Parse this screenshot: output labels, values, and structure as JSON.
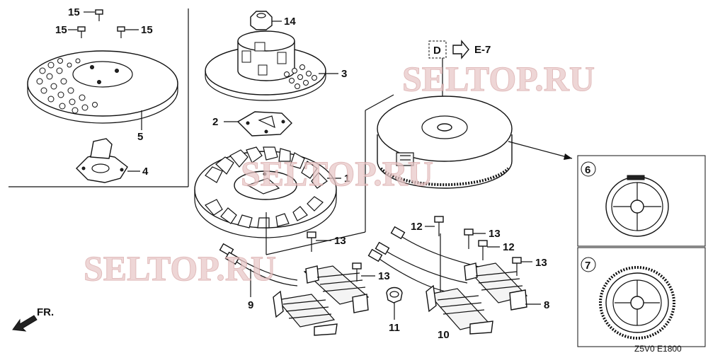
{
  "watermark": "SELTOP.RU",
  "ref": {
    "arrow_label": "E-7",
    "box_letter": "D"
  },
  "direction": {
    "label": "FR."
  },
  "figure_code": "Z5V0 E1800",
  "part_labels": {
    "p1": "1",
    "p2": "2",
    "p3": "3",
    "p4": "4",
    "p5": "5",
    "p6": "6",
    "p7": "7",
    "p8": "8",
    "p9": "9",
    "p10": "10",
    "p11": "11",
    "p12a": "12",
    "p12b": "12",
    "p13a": "13",
    "p13b": "13",
    "p13c": "13",
    "p13d": "13",
    "p14": "14",
    "p15a": "15",
    "p15b": "15",
    "p15c": "15"
  }
}
